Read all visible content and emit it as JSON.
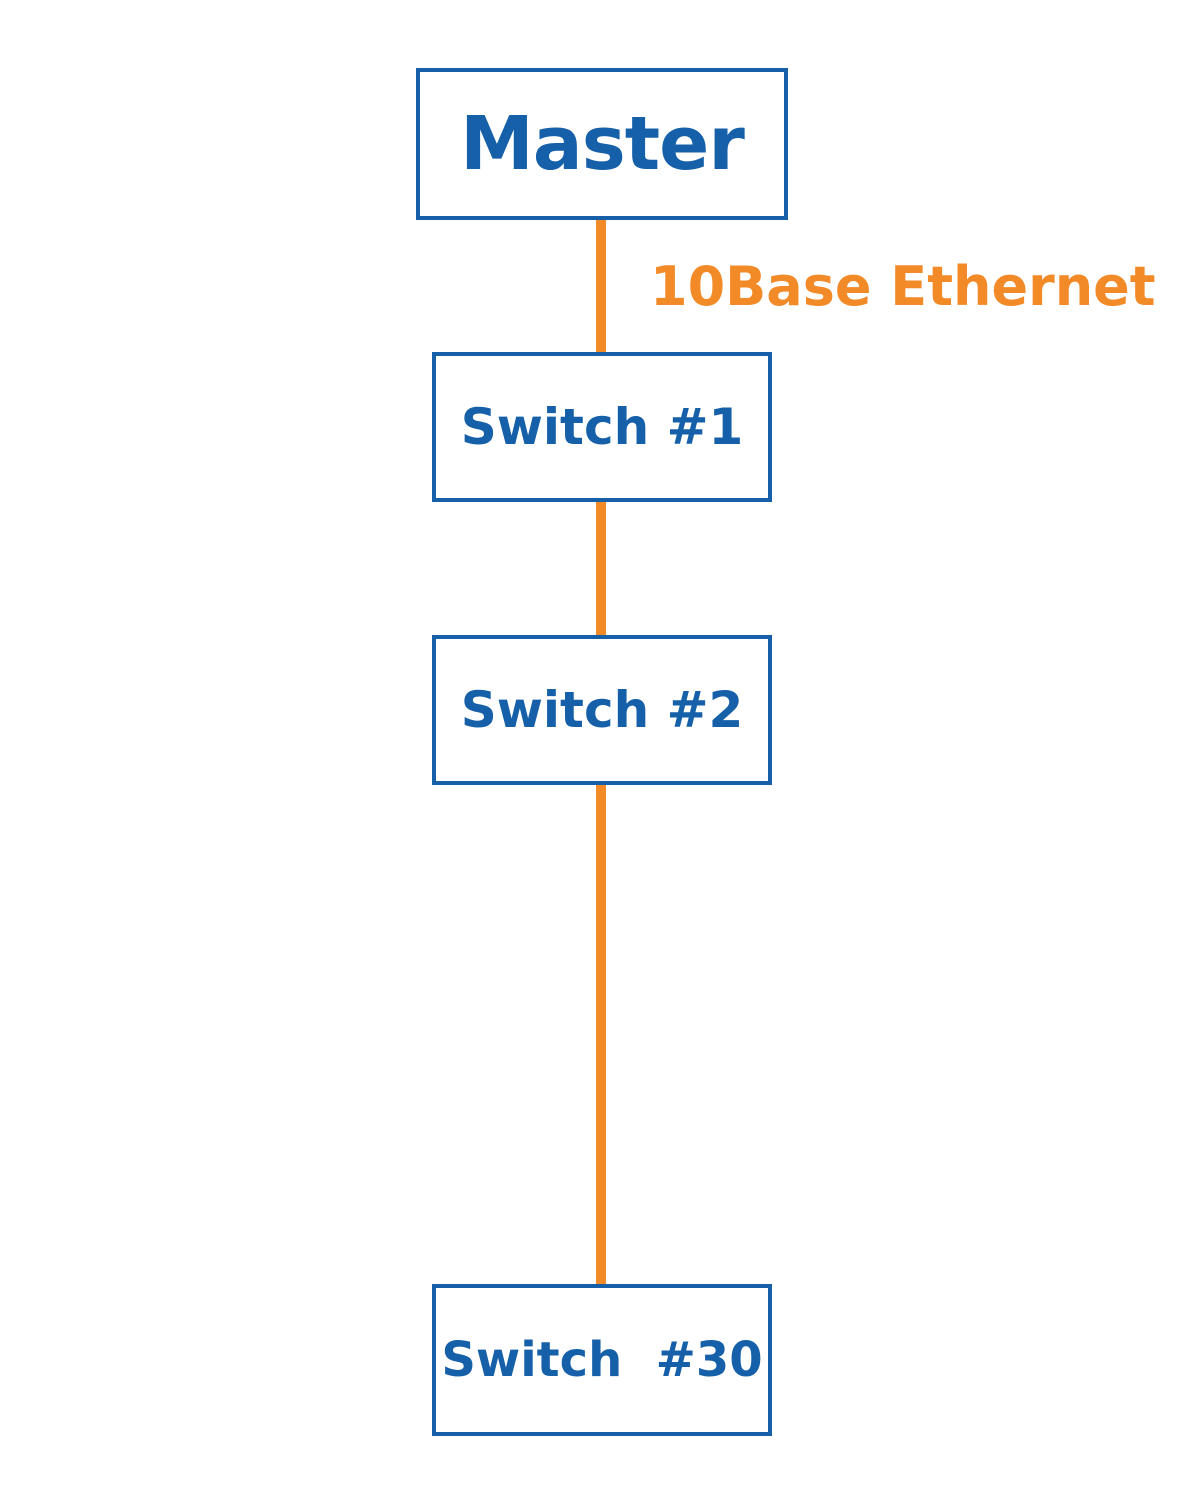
{
  "diagram": {
    "colors": {
      "node": "#1560a8",
      "link": "#f28a28"
    },
    "nodes": {
      "master": "Master",
      "switch_1": "Switch #1",
      "switch_2": "Switch #2",
      "switch_30": "Switch  #30"
    },
    "link_label": "10Base Ethernet"
  }
}
